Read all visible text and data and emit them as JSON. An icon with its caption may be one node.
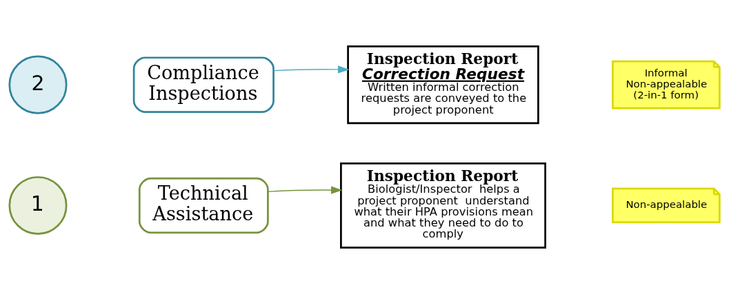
{
  "diagram": {
    "nodes": [
      {
        "text": [
          "1"
        ]
      },
      {
        "text": [
          "Technical Assistance"
        ]
      },
      {
        "text": [
          "Inspection Report",
          "Biologist/Inspector  helps a project proponent  understand what their HPA provisions mean and what they need to do to comply"
        ]
      },
      {
        "text": [
          "Non-appealable"
        ]
      },
      {
        "text": [
          "2"
        ]
      },
      {
        "text": [
          "Compliance Inspections"
        ]
      },
      {
        "text": [
          "Inspection Report",
          "Correction Request",
          "Written informal correction requests are conveyed to the project proponent"
        ]
      },
      {
        "text": [
          "Informal Non-appealable (2-in-1 form)"
        ]
      }
    ],
    "edges": [
      {
        "from": 1,
        "to": 2,
        "arrow": "to",
        "color": "#77933c"
      },
      {
        "from": 5,
        "to": 6,
        "arrow": "to",
        "color": "#4bacc6"
      }
    ]
  }
}
